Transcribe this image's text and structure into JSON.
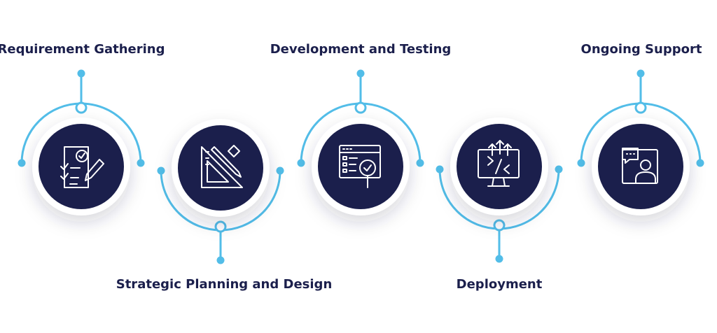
{
  "steps": [
    {
      "label": "Requirement Gathering",
      "icon": "requirements-checklist-icon"
    },
    {
      "label": "Strategic Planning and Design",
      "icon": "ruler-triangle-pencil-icon"
    },
    {
      "label": "Development and Testing",
      "icon": "code-window-magnifier-icon"
    },
    {
      "label": "Deployment",
      "icon": "monitor-upload-icon"
    },
    {
      "label": "Ongoing Support",
      "icon": "support-chat-person-icon"
    }
  ],
  "colors": {
    "accent": "#52bde8",
    "circle": "#1b1f4c",
    "text": "#1b1f4c"
  }
}
